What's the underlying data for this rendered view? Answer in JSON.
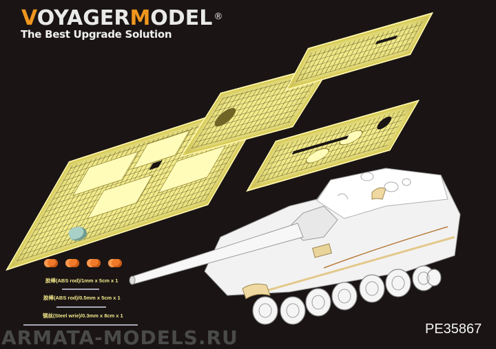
{
  "brand": {
    "logo_part1_highlight": "V",
    "logo_part1": "OYAGER",
    "logo_part2_highlight": "M",
    "logo_part2": "ODEL",
    "registered_mark": "®",
    "tagline": "The Best Upgrade Solution",
    "accent_color": "#f0961e"
  },
  "product": {
    "part_number": "PE35867",
    "included_items": [
      {
        "label": "胶棒(ABS rod)/1mm x 5cm x 1"
      },
      {
        "label": "胶棒(ABS rod)/0.5mm x 5cm x 1"
      },
      {
        "label": "钢丝(Steel wrie)/0.3mm x 8cm x 1"
      }
    ],
    "fret_count": 4,
    "fret_color": "#f3ec8a"
  },
  "watermark": {
    "text": "ARMATA-MODELS.RU"
  }
}
